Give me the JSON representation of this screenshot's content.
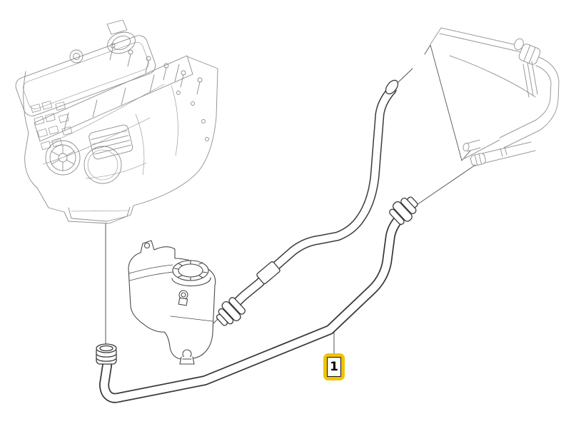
{
  "page": {
    "background_color": "#ffffff"
  },
  "diagram": {
    "type": "parts-line-drawing",
    "components": [
      "engine",
      "coolant-expansion-tank",
      "radiator",
      "water-hose-pair",
      "leader-lines"
    ],
    "line_colors": {
      "hose": "#3a3a3a",
      "engine": "#8d8d8d",
      "radiator": "#9a9a9a",
      "tank": "#4a4a4a",
      "leader": "#555555"
    }
  },
  "callout": {
    "label": "1",
    "highlight_color": "#F0C400",
    "box_border_color": "#111111",
    "text_color": "#000000"
  }
}
